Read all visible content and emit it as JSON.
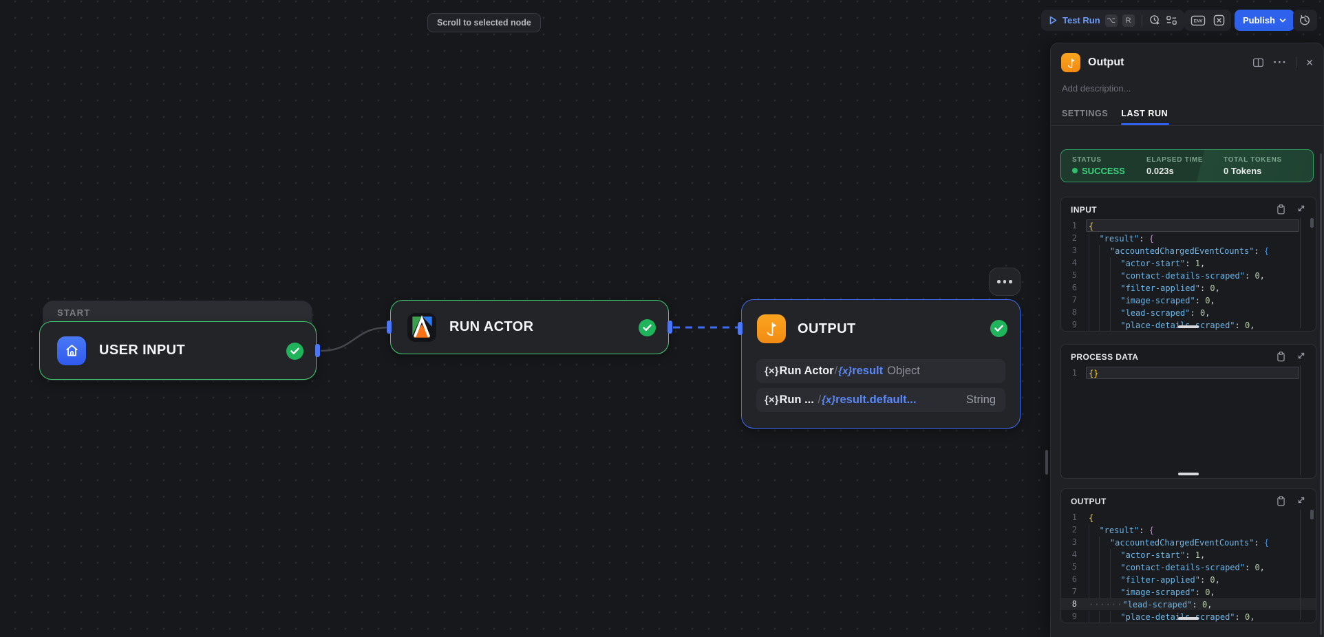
{
  "toolbar": {
    "tooltip": "Scroll to selected node",
    "test_run_label": "Test Run",
    "kbd_keys": [
      "⌥",
      "R"
    ],
    "publish_label": "Publish",
    "env_icon_label": "ENV"
  },
  "panel": {
    "title": "Output",
    "description_placeholder": "Add description...",
    "tabs": {
      "settings": "SETTINGS",
      "last_run": "LAST RUN"
    },
    "status": {
      "status_label": "STATUS",
      "status_value": "SUCCESS",
      "elapsed_label": "ELAPSED TIME",
      "elapsed_value": "0.023s",
      "tokens_label": "TOTAL TOKENS",
      "tokens_value": "0 Tokens"
    },
    "cards": [
      {
        "id": "input",
        "title": "INPUT",
        "lines": [
          {
            "n": 1,
            "ind": 0,
            "active": true,
            "tokens": [
              {
                "t": "{",
                "c": "y"
              }
            ]
          },
          {
            "n": 2,
            "ind": 1,
            "tokens": [
              {
                "t": "\"result\"",
                "c": "k"
              },
              {
                "t": ": ",
                "c": "p"
              },
              {
                "t": "{",
                "c": "m"
              }
            ]
          },
          {
            "n": 3,
            "ind": 2,
            "tokens": [
              {
                "t": "\"accountedChargedEventCounts\"",
                "c": "k"
              },
              {
                "t": ": ",
                "c": "p"
              },
              {
                "t": "{",
                "c": "b"
              }
            ]
          },
          {
            "n": 4,
            "ind": 3,
            "tokens": [
              {
                "t": "\"actor-start\"",
                "c": "k"
              },
              {
                "t": ": ",
                "c": "p"
              },
              {
                "t": "1",
                "c": "n"
              },
              {
                "t": ",",
                "c": "p"
              }
            ]
          },
          {
            "n": 5,
            "ind": 3,
            "tokens": [
              {
                "t": "\"contact-details-scraped\"",
                "c": "k"
              },
              {
                "t": ": ",
                "c": "p"
              },
              {
                "t": "0",
                "c": "n"
              },
              {
                "t": ",",
                "c": "p"
              }
            ]
          },
          {
            "n": 6,
            "ind": 3,
            "tokens": [
              {
                "t": "\"filter-applied\"",
                "c": "k"
              },
              {
                "t": ": ",
                "c": "p"
              },
              {
                "t": "0",
                "c": "n"
              },
              {
                "t": ",",
                "c": "p"
              }
            ]
          },
          {
            "n": 7,
            "ind": 3,
            "tokens": [
              {
                "t": "\"image-scraped\"",
                "c": "k"
              },
              {
                "t": ": ",
                "c": "p"
              },
              {
                "t": "0",
                "c": "n"
              },
              {
                "t": ",",
                "c": "p"
              }
            ]
          },
          {
            "n": 8,
            "ind": 3,
            "tokens": [
              {
                "t": "\"lead-scraped\"",
                "c": "k"
              },
              {
                "t": ": ",
                "c": "p"
              },
              {
                "t": "0",
                "c": "n"
              },
              {
                "t": ",",
                "c": "p"
              }
            ]
          },
          {
            "n": 9,
            "ind": 3,
            "tokens": [
              {
                "t": "\"place-details-scraped\"",
                "c": "k"
              },
              {
                "t": ": ",
                "c": "p"
              },
              {
                "t": "0",
                "c": "n"
              },
              {
                "t": ",",
                "c": "p"
              }
            ]
          }
        ]
      },
      {
        "id": "process",
        "title": "PROCESS DATA",
        "lines": [
          {
            "n": 1,
            "ind": 0,
            "active": true,
            "tokens": [
              {
                "t": "{}",
                "c": "y"
              }
            ]
          }
        ]
      },
      {
        "id": "output",
        "title": "OUTPUT",
        "lines": [
          {
            "n": 1,
            "ind": 0,
            "tokens": [
              {
                "t": "{",
                "c": "y"
              }
            ]
          },
          {
            "n": 2,
            "ind": 1,
            "tokens": [
              {
                "t": "\"result\"",
                "c": "k"
              },
              {
                "t": ": ",
                "c": "p"
              },
              {
                "t": "{",
                "c": "m"
              }
            ]
          },
          {
            "n": 3,
            "ind": 2,
            "tokens": [
              {
                "t": "\"accountedChargedEventCounts\"",
                "c": "k"
              },
              {
                "t": ": ",
                "c": "p"
              },
              {
                "t": "{",
                "c": "b"
              }
            ]
          },
          {
            "n": 4,
            "ind": 3,
            "tokens": [
              {
                "t": "\"actor-start\"",
                "c": "k"
              },
              {
                "t": ": ",
                "c": "p"
              },
              {
                "t": "1",
                "c": "n"
              },
              {
                "t": ",",
                "c": "p"
              }
            ]
          },
          {
            "n": 5,
            "ind": 3,
            "tokens": [
              {
                "t": "\"contact-details-scraped\"",
                "c": "k"
              },
              {
                "t": ": ",
                "c": "p"
              },
              {
                "t": "0",
                "c": "n"
              },
              {
                "t": ",",
                "c": "p"
              }
            ]
          },
          {
            "n": 6,
            "ind": 3,
            "tokens": [
              {
                "t": "\"filter-applied\"",
                "c": "k"
              },
              {
                "t": ": ",
                "c": "p"
              },
              {
                "t": "0",
                "c": "n"
              },
              {
                "t": ",",
                "c": "p"
              }
            ]
          },
          {
            "n": 7,
            "ind": 3,
            "tokens": [
              {
                "t": "\"image-scraped\"",
                "c": "k"
              },
              {
                "t": ": ",
                "c": "p"
              },
              {
                "t": "0",
                "c": "n"
              },
              {
                "t": ",",
                "c": "p"
              }
            ]
          },
          {
            "n": 8,
            "ind": 3,
            "selected": true,
            "tokens": [
              {
                "t": "\"lead-scraped\"",
                "c": "k"
              },
              {
                "t": ": ",
                "c": "p"
              },
              {
                "t": "0",
                "c": "n"
              },
              {
                "t": ",",
                "c": "p"
              }
            ]
          },
          {
            "n": 9,
            "ind": 3,
            "tokens": [
              {
                "t": "\"place-details-scraped\"",
                "c": "k"
              },
              {
                "t": ": ",
                "c": "p"
              },
              {
                "t": "0",
                "c": "n"
              },
              {
                "t": ",",
                "c": "p"
              }
            ]
          }
        ]
      }
    ]
  },
  "canvas": {
    "start_group_label": "START",
    "nodes": {
      "user_input": {
        "title": "USER INPUT"
      },
      "run_actor": {
        "title": "RUN ACTOR"
      },
      "output": {
        "title": "OUTPUT"
      }
    },
    "output_rows": [
      {
        "prefix": "{×}",
        "source": "Run Actor",
        "sep": "/",
        "var_prefix": "{x}",
        "variable": "result",
        "type": "Object",
        "type_right": false
      },
      {
        "prefix": "{×}",
        "source": "Run ...",
        "sep": " /",
        "var_prefix": "{x}",
        "variable": "result.default...",
        "type": "String",
        "type_right": true
      }
    ]
  },
  "colors": {
    "accent_blue": "#2e62ec",
    "selection_blue": "#3f6cf5",
    "node_green_border": "#41cf74",
    "success_green": "#2fbe6b",
    "orange": "#f6981d"
  }
}
